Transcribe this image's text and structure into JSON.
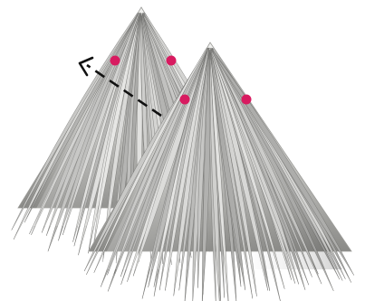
{
  "scene": {
    "background": "#ffffff",
    "marker_color": "#d81b60",
    "strand_light": "#e8e8e6",
    "strand_mid": "#b9b9b6",
    "strand_dark": "#6b6b69",
    "arrow_color": "#111111",
    "objects": [
      {
        "name": "back-cone",
        "markers": 2
      },
      {
        "name": "front-cone",
        "markers": 2
      }
    ],
    "arrow": {
      "style": "dashed",
      "direction": "up-left"
    }
  }
}
